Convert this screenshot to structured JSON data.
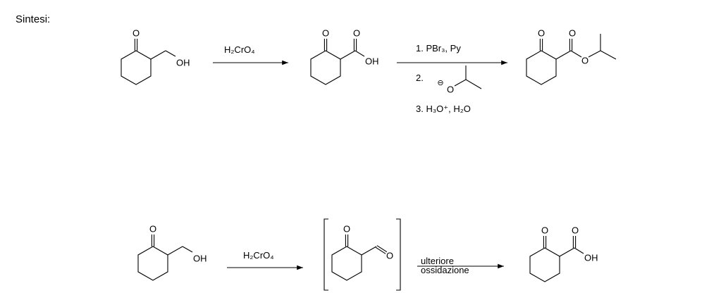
{
  "title": "Sintesi:",
  "row1": {
    "start": {
      "ketone_o": "O",
      "alcohol": "OH"
    },
    "reagent1": "H₂CrO₄",
    "acid": {
      "ketone_o": "O",
      "carbonyl_o": "O",
      "hydroxyl": "OH"
    },
    "reagents2": {
      "step1": "1. PBr₃, Py",
      "step2": "2.",
      "alkoxide_o": "O",
      "alkoxide_charge": "⊖",
      "step3": "3. H₃O⁺, H₂O"
    },
    "ester": {
      "ketone_o": "O",
      "carbonyl_o": "O",
      "ester_o": "O"
    }
  },
  "row2": {
    "start": {
      "ketone_o": "O",
      "alcohol": "OH"
    },
    "reagent1": "H₂CrO₄",
    "aldehyde": {
      "ketone_o": "O",
      "aldehyde_o": "O"
    },
    "reagent2_line1": "ulteriore",
    "reagent2_line2": "ossidazione",
    "acid": {
      "ketone_o": "O",
      "carbonyl_o": "O",
      "hydroxyl": "OH"
    }
  }
}
